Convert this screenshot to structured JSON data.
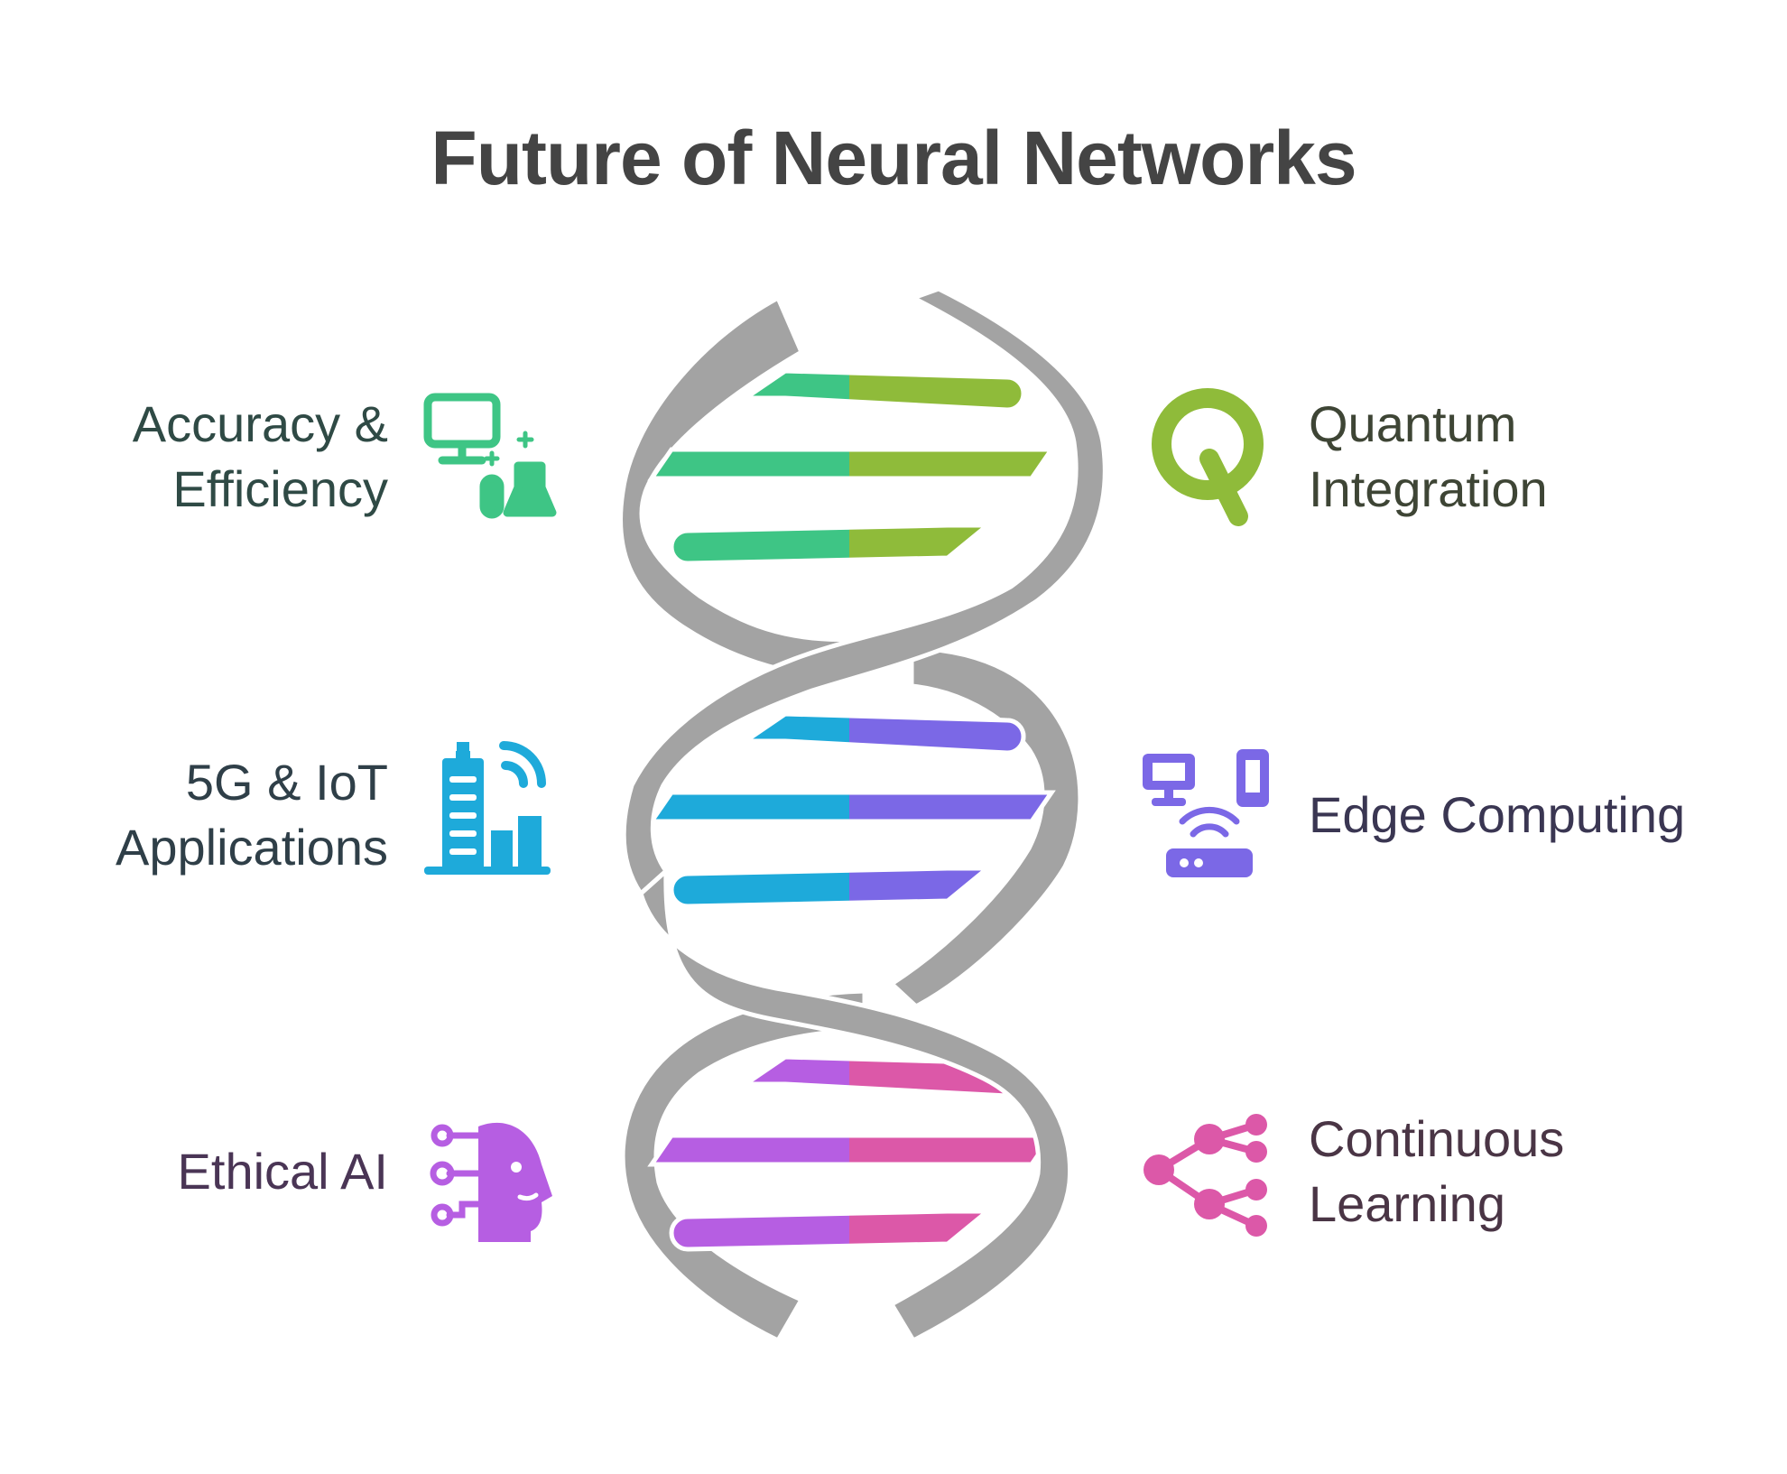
{
  "title": "Future of Neural Networks",
  "colors": {
    "helix": "#a3a3a3",
    "green": "#3ec585",
    "olive": "#8fbb3a",
    "blue": "#1eaada",
    "purple": "#7b68e6",
    "violet": "#b65ee2",
    "pink": "#dc58a8",
    "title": "#444444"
  },
  "left_items": [
    {
      "lines": [
        "Accuracy &",
        "Efficiency"
      ],
      "icon": "computer-lab-icon",
      "color": "#3ec585",
      "text_color": "#2f4a45"
    },
    {
      "lines": [
        "5G & IoT",
        "Applications"
      ],
      "icon": "smart-city-icon",
      "color": "#1eaada",
      "text_color": "#2f3f48"
    },
    {
      "lines": [
        "Ethical AI"
      ],
      "icon": "ai-head-icon",
      "color": "#b65ee2",
      "text_color": "#4a3555"
    }
  ],
  "right_items": [
    {
      "lines": [
        "Quantum",
        "Integration"
      ],
      "icon": "quantum-q-icon",
      "color": "#8fbb3a",
      "text_color": "#3e4535"
    },
    {
      "lines": [
        "Edge Computing"
      ],
      "icon": "edge-devices-icon",
      "color": "#7b68e6",
      "text_color": "#3a3652"
    },
    {
      "lines": [
        "Continuous",
        "Learning"
      ],
      "icon": "share-network-icon",
      "color": "#dc58a8",
      "text_color": "#4a3545"
    }
  ]
}
